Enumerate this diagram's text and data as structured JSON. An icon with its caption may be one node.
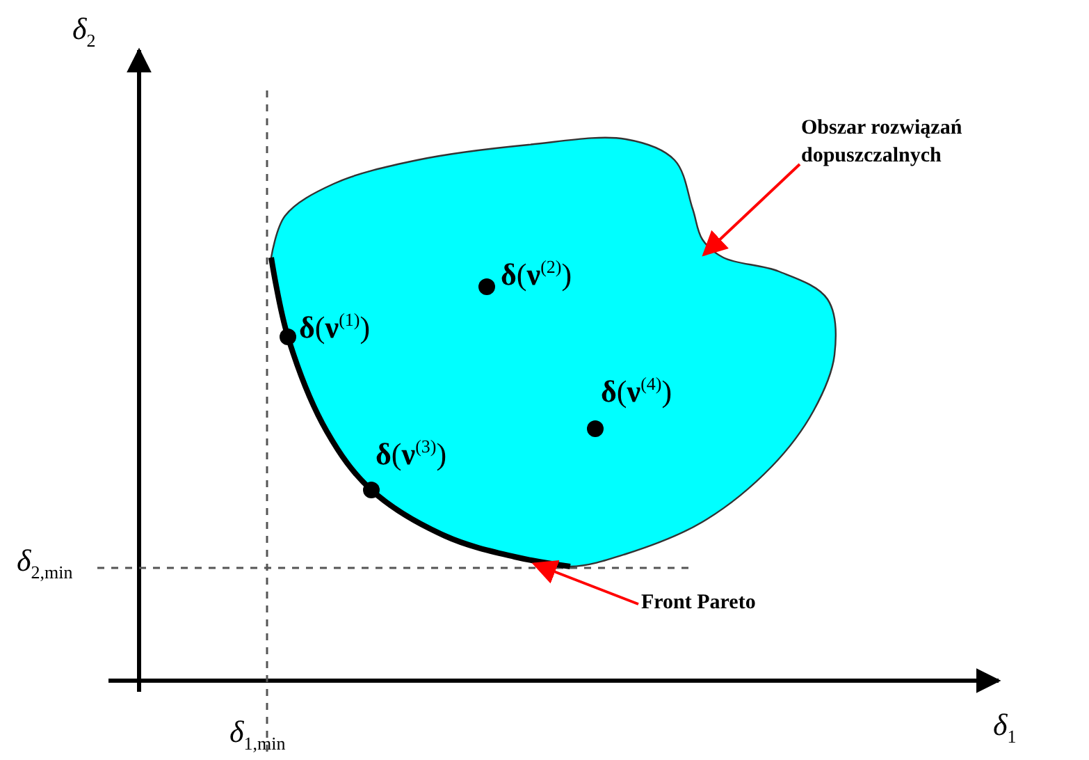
{
  "diagram": {
    "nodes": [
      {
        "text": [
          "Obszar rozwiązań dopuszczalnych"
        ]
      },
      {
        "text": [],
        "shape": "cloud"
      },
      {
        "text": [
          "Front Pareto"
        ]
      },
      {
        "text": [],
        "shape": "curve",
        "in": 1
      }
    ],
    "edges": [
      {
        "from": 0,
        "to": 1,
        "arrow": "to"
      },
      {
        "from": 2,
        "to": 3,
        "arrow": "to"
      }
    ],
    "labels": [
      "*δ*$_{2}$",
      "**δ**(**ν**$^{(2)}$)",
      "**δ**(**ν**$^{(1)}$)",
      "**δ**(**ν**$^{(4)}$)",
      "**δ**(**ν**$^{(3)}$)",
      "*δ*$_{2,min}$",
      "*δ*$_{1}$",
      "*δ*$_{1,min}$"
    ]
  }
}
